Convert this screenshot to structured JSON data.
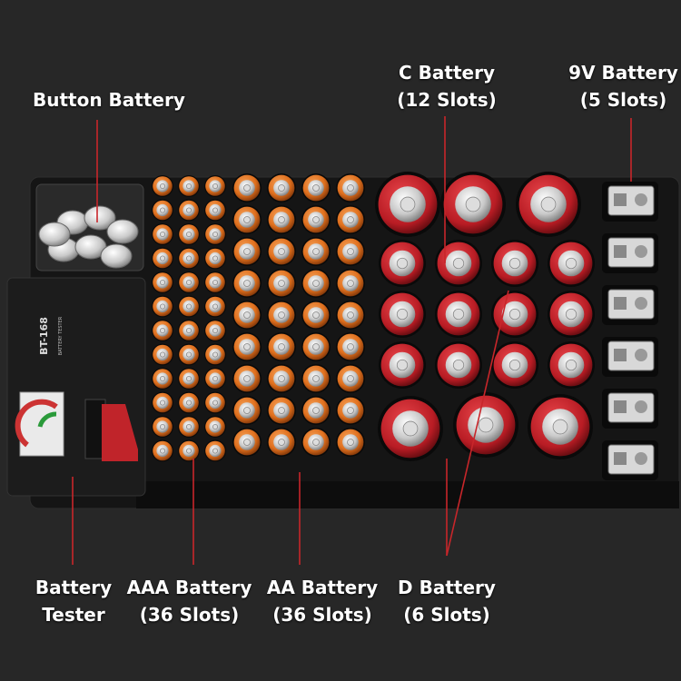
{
  "labels": {
    "button": {
      "line1": "Button Battery"
    },
    "c": {
      "line1": "C Battery",
      "line2": "(12 Slots)"
    },
    "nine_v": {
      "line1": "9V Battery",
      "line2": "(5 Slots)"
    },
    "tester": {
      "line1": "Battery",
      "line2": "Tester"
    },
    "aaa": {
      "line1": "AAA Battery",
      "line2": "(36 Slots)"
    },
    "aa": {
      "line1": "AA Battery",
      "line2": "(36 Slots)"
    },
    "d": {
      "line1": "D Battery",
      "line2": "(6 Slots)"
    }
  },
  "tester": {
    "model": "BT-168",
    "name": "BATTERY TESTER"
  },
  "colors": {
    "background": "#272727",
    "tray": "#141414",
    "leader_line": "#c8262a",
    "aa_orange": "#e0701e",
    "c_red": "#c41e26",
    "label": "#ffffff"
  }
}
